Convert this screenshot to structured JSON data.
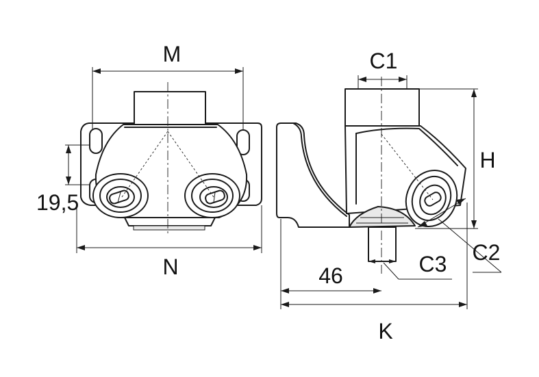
{
  "labels": {
    "m": "M",
    "n": "N",
    "c1": "C1",
    "c2": "C2",
    "c3": "C3",
    "h": "H",
    "k": "K",
    "d19_5": "19,5",
    "d46": "46"
  },
  "colors": {
    "line": "#1a1a1a",
    "background": "#ffffff",
    "shade": "#e9e9e9"
  }
}
